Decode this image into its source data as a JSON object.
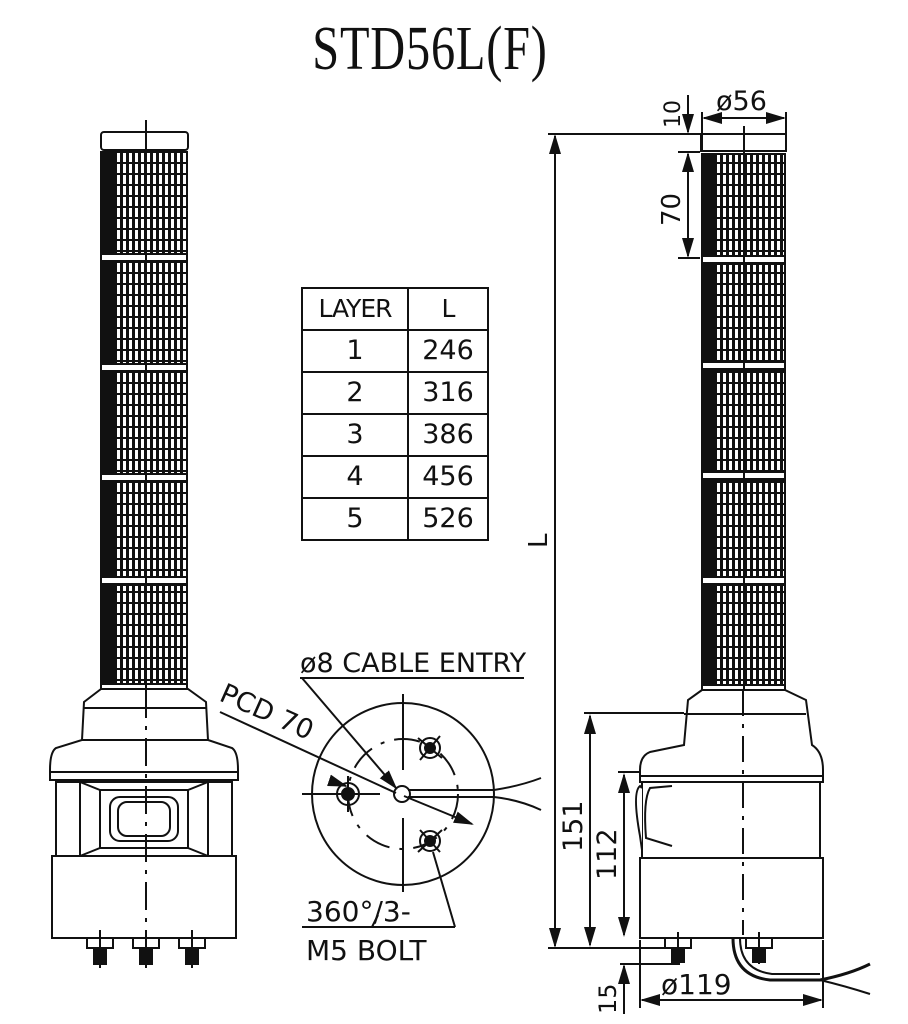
{
  "title": "STD56L(F)",
  "layer_table": {
    "headers": [
      "LAYER",
      "L"
    ],
    "rows": [
      {
        "layer": "1",
        "l": "246"
      },
      {
        "layer": "2",
        "l": "316"
      },
      {
        "layer": "3",
        "l": "386"
      },
      {
        "layer": "4",
        "l": "456"
      },
      {
        "layer": "5",
        "l": "526"
      }
    ]
  },
  "bottom_view": {
    "cable_entry": "ø8 CABLE ENTRY",
    "pcd": "PCD 70",
    "bolt_spec_line1": "360°/3-",
    "bolt_spec_line2": "M5 BOLT"
  },
  "side_view_dimensions": {
    "cap_height": "10",
    "diameter_top": "ø56",
    "layer_height": "70",
    "overall_length": "L",
    "base_height": "151",
    "body_height": "112",
    "bolt_length": "15",
    "base_diameter": "ø119"
  },
  "colors": {
    "line": "#111111",
    "background": "#ffffff"
  }
}
